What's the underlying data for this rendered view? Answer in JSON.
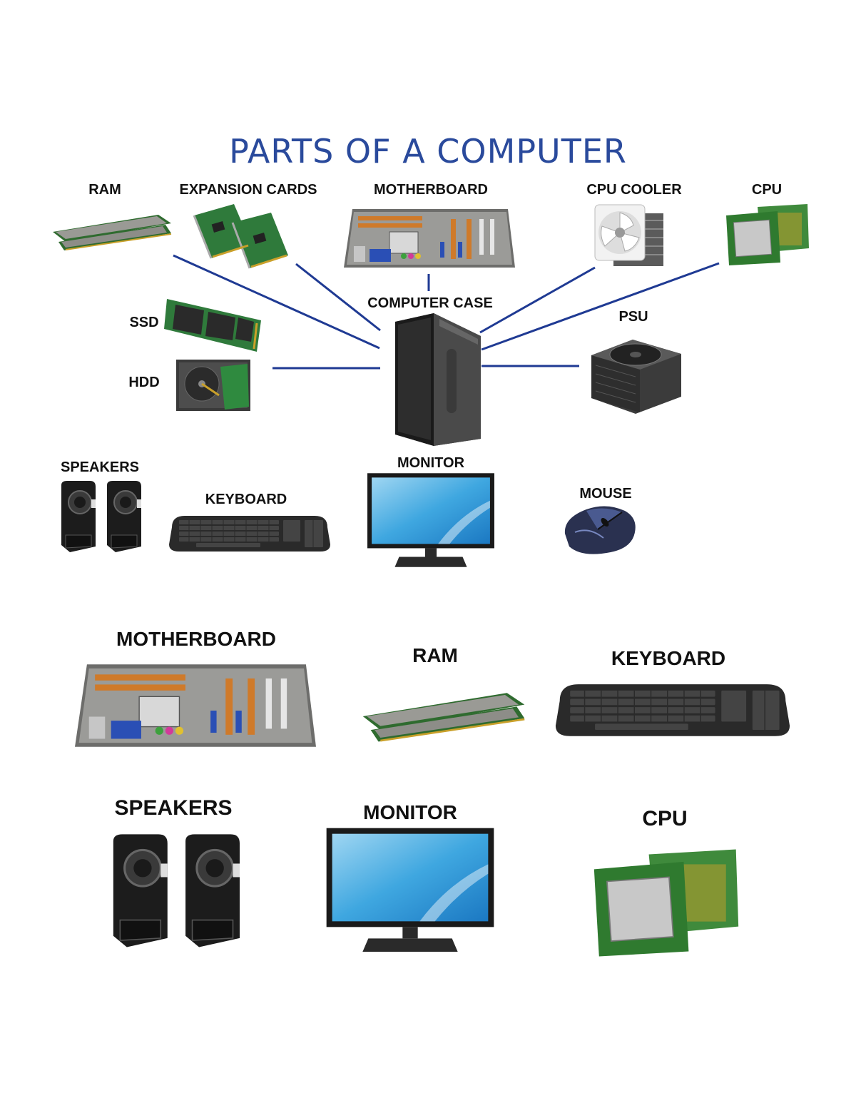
{
  "title": "PARTS OF A COMPUTER",
  "diagram": {
    "center": "COMPUTER CASE",
    "labels": {
      "ram": "RAM",
      "expansion_cards": "EXPANSION CARDS",
      "motherboard": "MOTHERBOARD",
      "cpu_cooler": "CPU COOLER",
      "cpu": "CPU",
      "ssd": "SSD",
      "hdd": "HDD",
      "psu": "PSU",
      "speakers": "SPEAKERS",
      "keyboard": "KEYBOARD",
      "monitor": "MONITOR",
      "mouse": "MOUSE"
    },
    "connector_color": "#1f3a93"
  },
  "gallery": {
    "motherboard": "MOTHERBOARD",
    "ram": "RAM",
    "keyboard": "KEYBOARD",
    "speakers": "SPEAKERS",
    "monitor": "MONITOR",
    "cpu": "CPU"
  }
}
